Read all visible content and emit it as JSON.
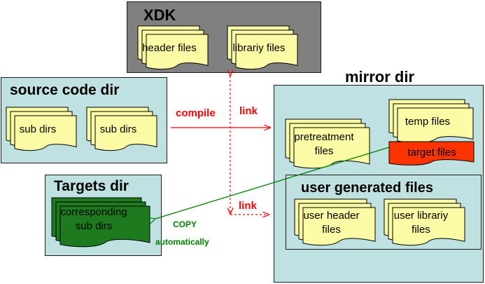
{
  "xdk": {
    "title": "XDK",
    "header_files": "header files",
    "library_files": "librariy files"
  },
  "source": {
    "title": "source code dir",
    "sub1": "sub dirs",
    "sub2": "sub dirs"
  },
  "targets": {
    "title": "Targets dir",
    "corresponding": "corresponding sub dirs"
  },
  "mirror": {
    "title": "mirror dir",
    "pretreatment": "pretreatment files",
    "temp": "temp files",
    "target": "target files",
    "user_generated": {
      "title": "user generated files",
      "header": "user header files",
      "library": "user librariy files"
    }
  },
  "arrows": {
    "compile": "compile",
    "link_top": "link",
    "link_bottom": "link",
    "copy": "COPY",
    "automatically": "automatically"
  },
  "colors": {
    "gray_box": "#808080",
    "light_box": "#bfe1e1",
    "doc_fill": "#fbfba6",
    "green_doc": "#1e7a1e",
    "target_red": "#ff3300",
    "red_arrow": "#ff0000",
    "green_arrow": "#008000"
  }
}
